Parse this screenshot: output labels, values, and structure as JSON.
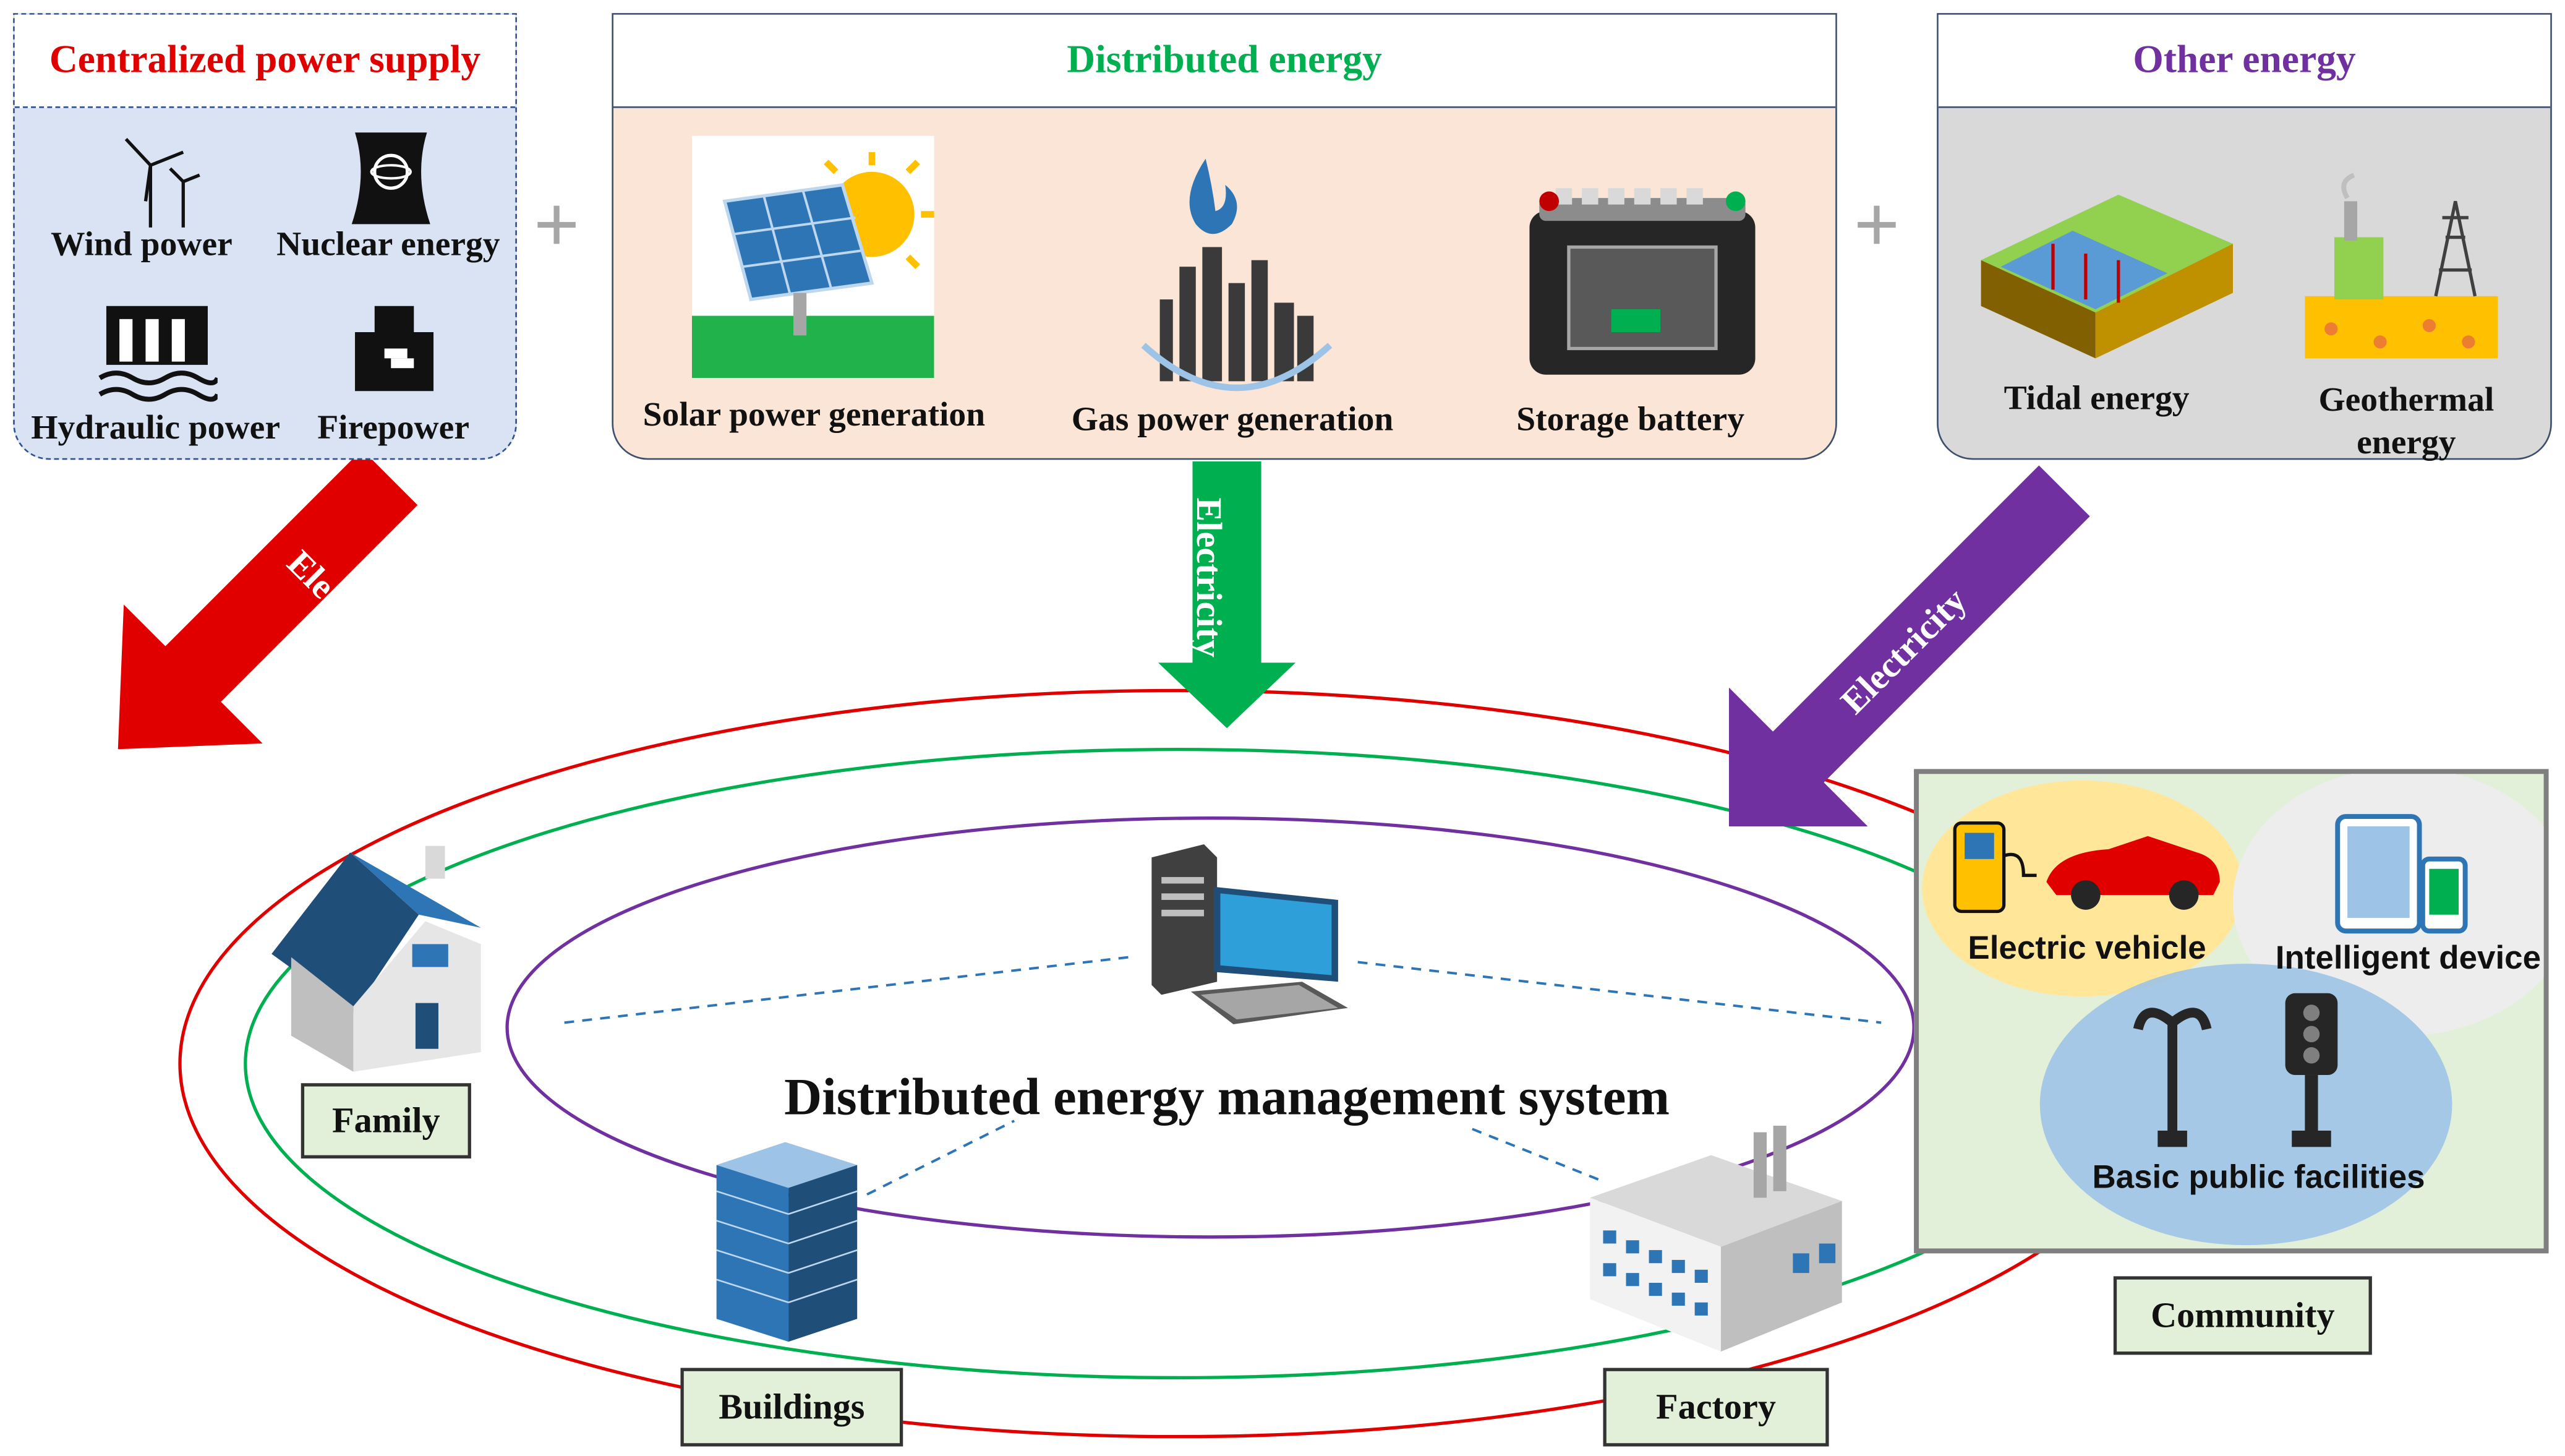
{
  "centralized": {
    "title": "Centralized power supply",
    "items": [
      "Wind power",
      "Nuclear energy",
      "Hydraulic power",
      "Firepower"
    ]
  },
  "distributed": {
    "title": "Distributed energy",
    "items": [
      "Solar power generation",
      "Gas power generation",
      "Storage battery"
    ]
  },
  "other": {
    "title": "Other energy",
    "items": [
      "Tidal energy",
      "Geothermal energy"
    ]
  },
  "arrows": {
    "left": "Electricity",
    "middle": "Electricity",
    "right": "Electricity"
  },
  "center": {
    "title": "Distributed energy management system"
  },
  "nodes": {
    "family": "Family",
    "buildings": "Buildings",
    "factory": "Factory",
    "community": "Community"
  },
  "community": {
    "items": [
      "Electric vehicle",
      "Intelligent device",
      "Basic public facilities"
    ]
  },
  "colors": {
    "centralized": "#e00000",
    "distributed": "#00b050",
    "other": "#7030a0",
    "box_blue": "#dae3f3",
    "box_peach": "#fbe5d6",
    "box_gray": "#d9d9d9",
    "tag_green": "#e2f0d9"
  }
}
